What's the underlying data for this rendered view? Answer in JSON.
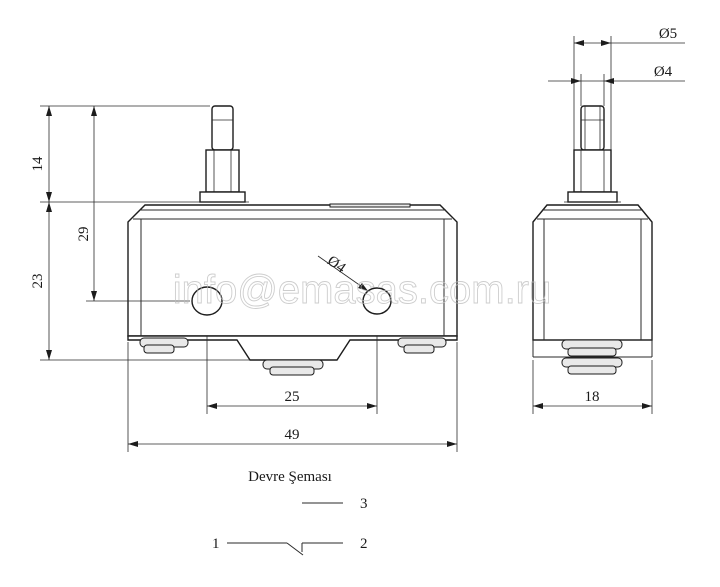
{
  "watermark": "info@emasas.com.ru",
  "front_view": {
    "dim_14": "14",
    "dim_29": "29",
    "dim_23": "23",
    "dim_hole": "Ø4",
    "dim_25": "25",
    "dim_49": "49"
  },
  "side_view": {
    "dim_d5": "Ø5",
    "dim_d4": "Ø4",
    "dim_18": "18"
  },
  "circuit": {
    "title": "Devre Şeması",
    "terminal_3": "3",
    "terminal_1": "1",
    "terminal_2": "2"
  }
}
